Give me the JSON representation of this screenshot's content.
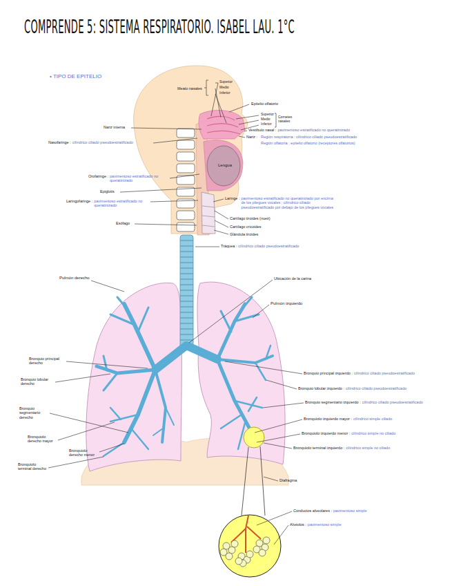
{
  "diagram": {
    "title": "COMPRENDE 5: SISTEMA RESPIRATORIO. ISABEL LAU. 1°C",
    "labels": [
      "• TIPO DE EPITELIO",
      "Meato nasales",
      "Superior",
      "Medio",
      "Inferior",
      "Epitelio olfatorio",
      "Superior",
      "Medio",
      "Inferior",
      "Cornetes nasales",
      "Nariz interna",
      "Vestíbulo nasal :",
      "pavimentoso estratificado no queratinizado",
      "Nariz :",
      "Región respiratoria : cilíndrico ciliado pseudoestratificado",
      "Región olfatoria : epitelio olfatorio (receptores olfatorios)",
      "Nasofaringe :",
      "cilíndrico ciliado pseudoestratificado",
      "Lengua",
      "Orofaringe :",
      "pavimentoso estratificado no queratinizado",
      "Epiglotis",
      "Laringofaringe :",
      "pavimentoso estratificado no queratinizado",
      "Laringe :",
      "pavimentoso estratificado no queratinizado por encima de los pliegues vocales ; cilíndrico ciliado pseudoestratificado por debajo de los pliegues vocales",
      "Esófago",
      "Cartílago tiroides (nuez)",
      "Cartílago cricoides",
      "Glándula tiroides",
      "Tráquea :",
      "cilíndrico ciliado pseudoestratificado",
      "Pulmón derecho",
      "Ubicación de la carina",
      "Pulmón izquierdo",
      "Bronquio principal derecho",
      "Bronquio lobular derecho",
      "Bronquio segmentario derecho",
      "Bronquiolo derecho mayor",
      "Bronquiolo derecho menor",
      "Bronquiolo terminal derecho",
      "Bronquio principal izquierdo :",
      "cilíndrico ciliado pseudoestratificado",
      "Bronquio lobular izquierdo :",
      "cilíndrico ciliado pseudoestratificado",
      "Bronquio segmentario izquierdo :",
      "cilíndrico ciliado pseudoestratificado",
      "Bronquiolo izquierdo mayor :",
      "cilíndrico simple ciliado",
      "Bronquiolo izquierdo menor :",
      "cilíndrico simple no ciliado",
      "Bronquiolo terminal izquierdo :",
      "cilíndrico simple no ciliado",
      "Diafragma",
      "Conductos alveolares :",
      "pavimentoso simple",
      "Alvéolos :",
      "pavimentoso simple"
    ]
  }
}
